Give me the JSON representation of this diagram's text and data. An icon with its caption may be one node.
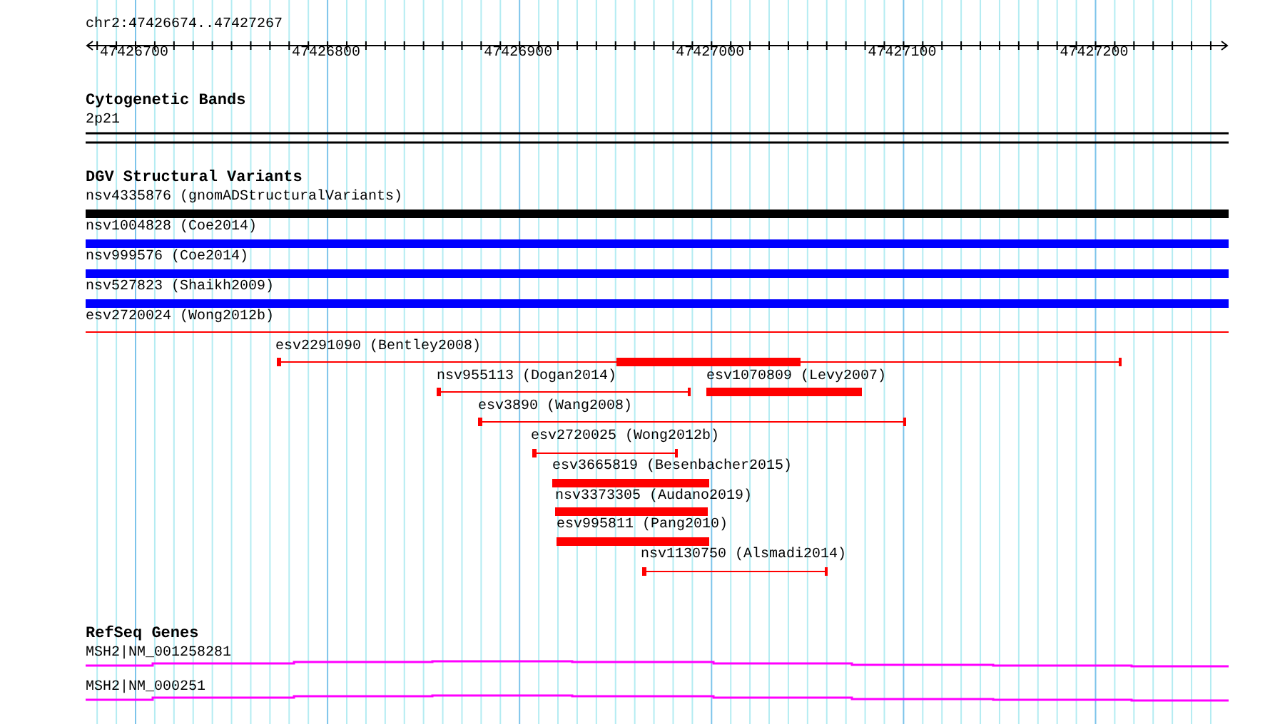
{
  "diagram": {
    "nodes": [
      {
        "text": [
          "2p21"
        ]
      },
      {
        "text": [
          "nsv4335876 (gnomADStructuralVariants)"
        ]
      },
      {
        "text": [
          "nsv1004828 (Coe2014)"
        ]
      },
      {
        "text": [
          "nsv999576 (Coe2014)"
        ]
      },
      {
        "text": [
          "nsv527823 (Shaikh2009)"
        ]
      },
      {
        "text": [
          "esv2720024 (Wong2012b)"
        ]
      },
      {
        "text": [
          "esv2291090 (Bentley2008)"
        ]
      },
      {
        "text": [
          "nsv955113 (Dogan2014)"
        ]
      },
      {
        "text": [
          "esv1070809 (Levy2007)"
        ]
      },
      {
        "text": [
          "esv3890 (Wang2008)"
        ]
      },
      {
        "text": [
          "esv2720025 (Wong2012b)"
        ]
      },
      {
        "text": [
          "esv3665819 (Besenbacher2015)"
        ]
      },
      {
        "text": [
          "nsv3373305 (Audano2019)"
        ]
      },
      {
        "text": [
          "esv995811 (Pang2010)"
        ]
      },
      {
        "text": [
          "nsv1130750 (Alsmadi2014)"
        ]
      },
      {
        "text": [
          "MSH2|NM_001258281"
        ]
      },
      {
        "text": [
          "MSH2|NM_000251"
        ]
      }
    ],
    "labels": [
      "chr2:47426674..47427267",
      "47426700",
      "47426800",
      "47426900",
      "47427000",
      "47427100",
      "47427200",
      "Cytogenetic Bands",
      "DGV Structural Variants",
      "RefSeq Genes"
    ]
  }
}
